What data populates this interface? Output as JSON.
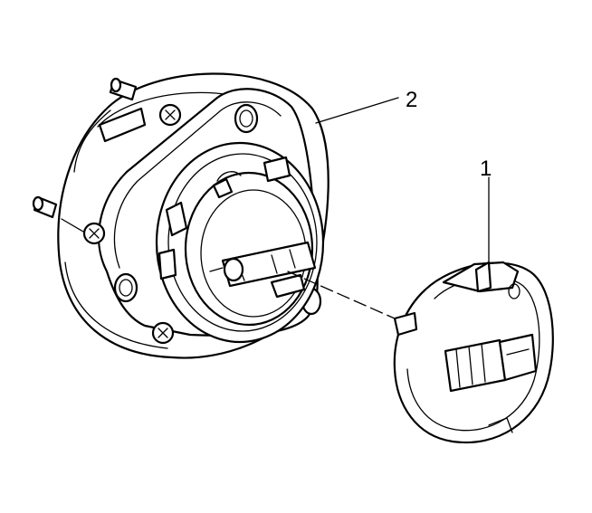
{
  "callouts": [
    {
      "id": "1",
      "label": "1"
    },
    {
      "id": "2",
      "label": "2"
    }
  ],
  "parts": {
    "hub_bearing": "wheel-hub-bearing-assembly",
    "sensor_cover": "wheel-speed-sensor-cover"
  }
}
